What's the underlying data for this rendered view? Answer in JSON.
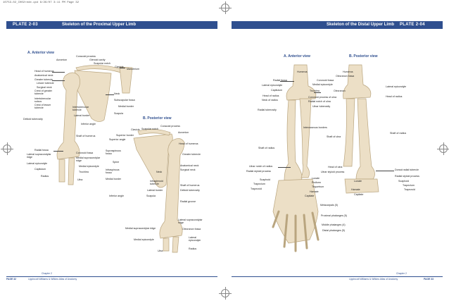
{
  "slug": "10753-02_CH02rede.qxd  8/26/07  3:11 PM  Page 32",
  "left": {
    "plate": "PLATE 2-03",
    "title": "Skeleton of the Proximal Upper Limb",
    "anterior_heading": "A. Anterior view",
    "posterior_heading": "B. Posterior view",
    "anterior_labels": [
      "Coracoid process",
      "Acromion",
      "Glenoid cavity",
      "Scapular notch",
      "Clavicle",
      "Manubrium",
      "Head of humerus",
      "Anatomical neck",
      "Greater tubercle",
      "Lesser tubercle",
      "Surgical neck",
      "Crest of greater tubercle",
      "Intertubercular sulcus",
      "Crest of lesser tubercle",
      "Intertubercular tubercle",
      "Neck",
      "Subscapular fossa",
      "Medial border",
      "Scapula",
      "Lateral border",
      "Deltoid tuberosity",
      "Inferior angle",
      "Shaft of humerus",
      "Radial fossa",
      "Coronoid fossa",
      "Lateral supracondylar ridge",
      "Medial supracondylar ridge",
      "Lateral epicondyle",
      "Medial epicondyle",
      "Capitulum",
      "Trochlea",
      "Radius",
      "Ulna"
    ],
    "posterior_labels": [
      "Coracoid process",
      "Clavicle",
      "Scapular notch",
      "Acromion",
      "Superior border",
      "Superior angle",
      "Head of humerus",
      "Supraspinous fossa",
      "Spine",
      "Greater tubercle",
      "Infraspinous fossa",
      "Anatomical neck",
      "Surgical neck",
      "Medial border",
      "Neck",
      "Infraglenoid tubercle",
      "Lateral border",
      "Shaft of humerus",
      "Deltoid tuberosity",
      "Inferior angle",
      "Scapula",
      "Radial groove",
      "Lateral supracondylar ridge",
      "Medial supracondylar ridge",
      "Olecranon fossa",
      "Lateral epicondyle",
      "Medial epicondyle",
      "Ulna",
      "Radius"
    ],
    "footer_chapter": "Chapter 2",
    "footer_page": "PAGE 32",
    "footer_publisher": "Lippincott Williams & Wilkins Atlas of Anatomy"
  },
  "right": {
    "plate": "PLATE 2-04",
    "title": "Skeleton of the Distal Upper Limb",
    "anterior_heading": "A. Anterior view",
    "posterior_heading": "B. Posterior view",
    "anterior_labels": [
      "Humerus",
      "Radial fossa",
      "Lateral epicondyle",
      "Coronoid fossa",
      "Medial epicondyle",
      "Capitulum",
      "Trochlea",
      "Head of radius",
      "Coronoid process of ulna",
      "Neck of radius",
      "Radial notch of ulna",
      "Ulnar tuberosity",
      "Radial tuberosity",
      "Interosseous borders",
      "Shaft of ulna",
      "Shaft of radius",
      "Ulnar notch of radius",
      "Head of ulna",
      "Radial styloid process",
      "Ulnar styloid process",
      "Lunate",
      "Scaphoid",
      "Pisiform",
      "Trapezium",
      "Triquetrum",
      "Trapezoid",
      "Hamate",
      "Capitate",
      "Metacarpals (5)",
      "Proximal phalanges (5)",
      "Middle phalanges (4)",
      "Distal phalanges (5)"
    ],
    "posterior_labels": [
      "Humerus",
      "Olecranon fossa",
      "Lateral epicondyle",
      "Olecranon",
      "Head of radius",
      "Shaft of radius",
      "Dorsal radial tubercle",
      "Radial styloid process",
      "Lunate",
      "Scaphoid",
      "Trapezium",
      "Trapezoid",
      "Hamate",
      "Capitate"
    ],
    "footer_chapter": "Chapter 2",
    "footer_page": "PAGE 33",
    "footer_publisher": "Lippincott Williams & Wilkins Atlas of Anatomy"
  },
  "colors": {
    "accent": "#2f4f8f",
    "bone": "#ecdfc6",
    "bone_shadow": "#b9a57f"
  }
}
